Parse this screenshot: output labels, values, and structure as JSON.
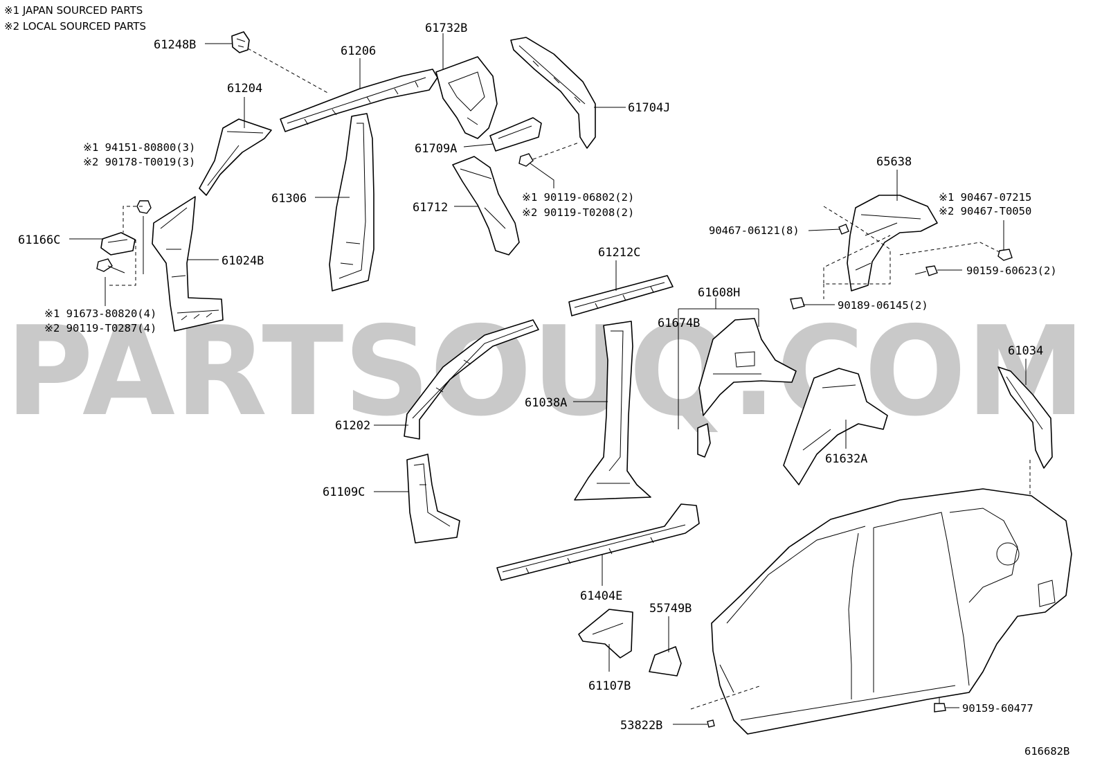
{
  "notes": [
    "※1 JAPAN SOURCED PARTS",
    "※2 LOCAL SOURCED PARTS"
  ],
  "watermark": "PARTSOUQ.COM",
  "labels": {
    "p61248B": "61248B",
    "p61206": "61206",
    "p61732B": "61732B",
    "p61204": "61204",
    "p61704J": "61704J",
    "p61709A": "61709A",
    "p61306": "61306",
    "p61712": "61712",
    "p61166C": "61166C",
    "p61024B": "61024B",
    "p65638": "65638",
    "p61212C": "61212C",
    "p61608H": "61608H",
    "p61674B": "61674B",
    "p61034": "61034",
    "p61038A": "61038A",
    "p61202": "61202",
    "p61632A": "61632A",
    "p61109C": "61109C",
    "p61404E": "61404E",
    "p55749B": "55749B",
    "p61107B": "61107B",
    "p53822B": "53822B",
    "f94151": "※1 94151-80800(3)",
    "f90178": "※2 90178-T0019(3)",
    "f91673": "※1 91673-80820(4)",
    "f90119T0287": "※2 90119-T0287(4)",
    "f90119_06802": "※1 90119-06802(2)",
    "f90119T0208": "※2 90119-T0208(2)",
    "f90467_07215": "※1 90467-07215",
    "f90467T0050": "※2 90467-T0050",
    "f90467_06121": "90467-06121(8)",
    "f90159_60623": "90159-60623(2)",
    "f90189_06145": "90189-06145(2)",
    "f90159_60477": "90159-60477"
  },
  "diagram_code": "616682B"
}
